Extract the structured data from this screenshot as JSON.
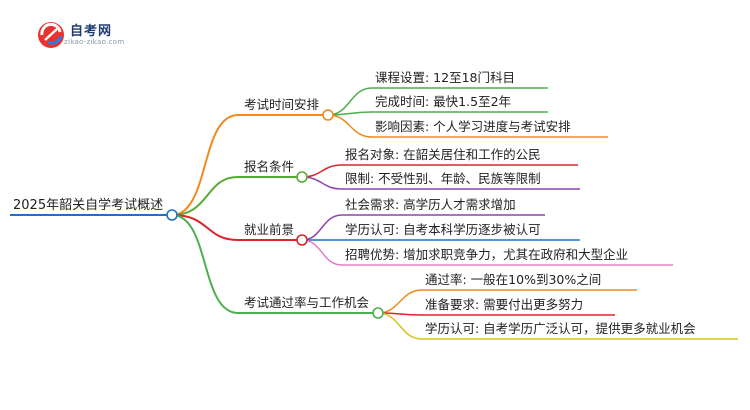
{
  "brand": {
    "name": "自考网",
    "url": "zikao-zikao.com"
  },
  "mindmap": {
    "root": "2025年韶关自学考试概述",
    "branches": [
      {
        "label": "考试时间安排",
        "color": "#f28a1d",
        "items": [
          "课程设置: 12至18门科目",
          "完成时间: 最快1.5至2年",
          "影响因素: 个人学习进度与考试安排"
        ],
        "item_colors": [
          "#4caf50",
          "#4caf50",
          "#f28a1d"
        ]
      },
      {
        "label": "报名条件",
        "color": "#56ab34",
        "items": [
          "报名对象: 在韶关居住和工作的公民",
          "限制: 不受性别、年龄、民族等限制"
        ],
        "item_colors": [
          "#d8262b",
          "#8e44ad"
        ]
      },
      {
        "label": "就业前景",
        "color": "#d8262b",
        "items": [
          "社会需求: 高学历人才需求增加",
          "学历认可: 自考本科学历逐步被认可",
          "招聘优势: 增加求职竞争力，尤其在政府和大型企业"
        ],
        "item_colors": [
          "#8e44ad",
          "#1a73c8",
          "#e67fc8"
        ]
      },
      {
        "label": "考试通过率与工作机会",
        "color": "#4caf50",
        "items": [
          "通过率: 一般在10%到30%之间",
          "准备要求: 需要付出更多努力",
          "学历认可: 自考学历广泛认可，提供更多就业机会"
        ],
        "item_colors": [
          "#f28a1d",
          "#d8262b",
          "#d4c21b"
        ]
      }
    ]
  }
}
